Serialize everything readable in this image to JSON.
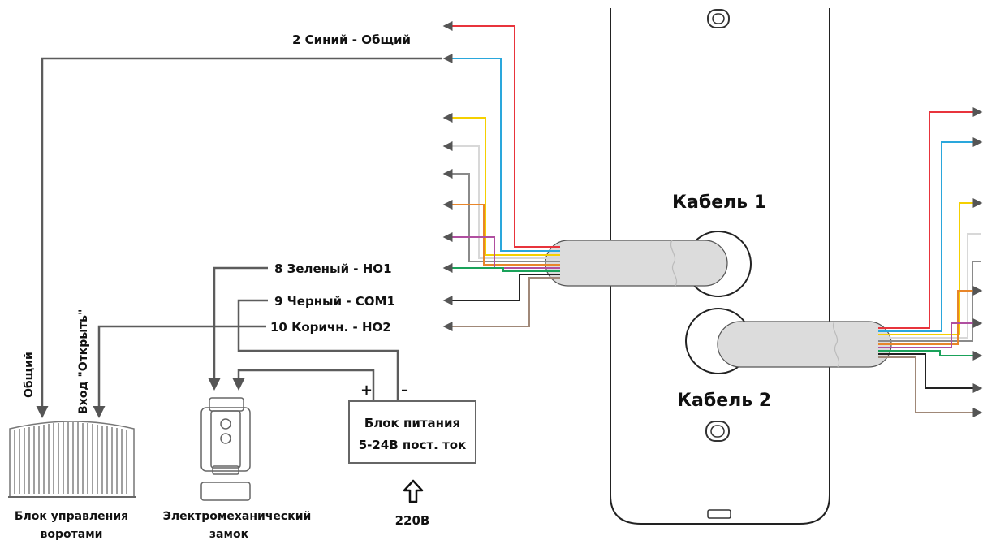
{
  "labels": {
    "wire_common": "2 Синий - Общий",
    "wire_no1": "8 Зеленый - НО1",
    "wire_com1": "9 Черный - COM1",
    "wire_no2": "10 Коричн. - НО2",
    "cable1": "Кабель 1",
    "cable2": "Кабель 2",
    "power_plus": "+",
    "power_minus": "–",
    "psu_line1": "Блок питания",
    "psu_line2": "5-24В пост. ток",
    "mains": "220В",
    "gate_line1": "Блок управления",
    "gate_line2": "воротами",
    "lock_line1": "Электромеханический",
    "lock_line2": "замок",
    "gate_common": "Общий",
    "gate_open": "Вход \"Открыть\""
  },
  "wire_colors": {
    "red": "#e8343c",
    "blue": "#2aa7dc",
    "yellow": "#f5d000",
    "white": "#e6e6e6",
    "gray": "#8a8a8a",
    "orange": "#e8862a",
    "purple": "#b04fa0",
    "green": "#1aa25a",
    "black": "#222222",
    "brown": "#a08878"
  }
}
